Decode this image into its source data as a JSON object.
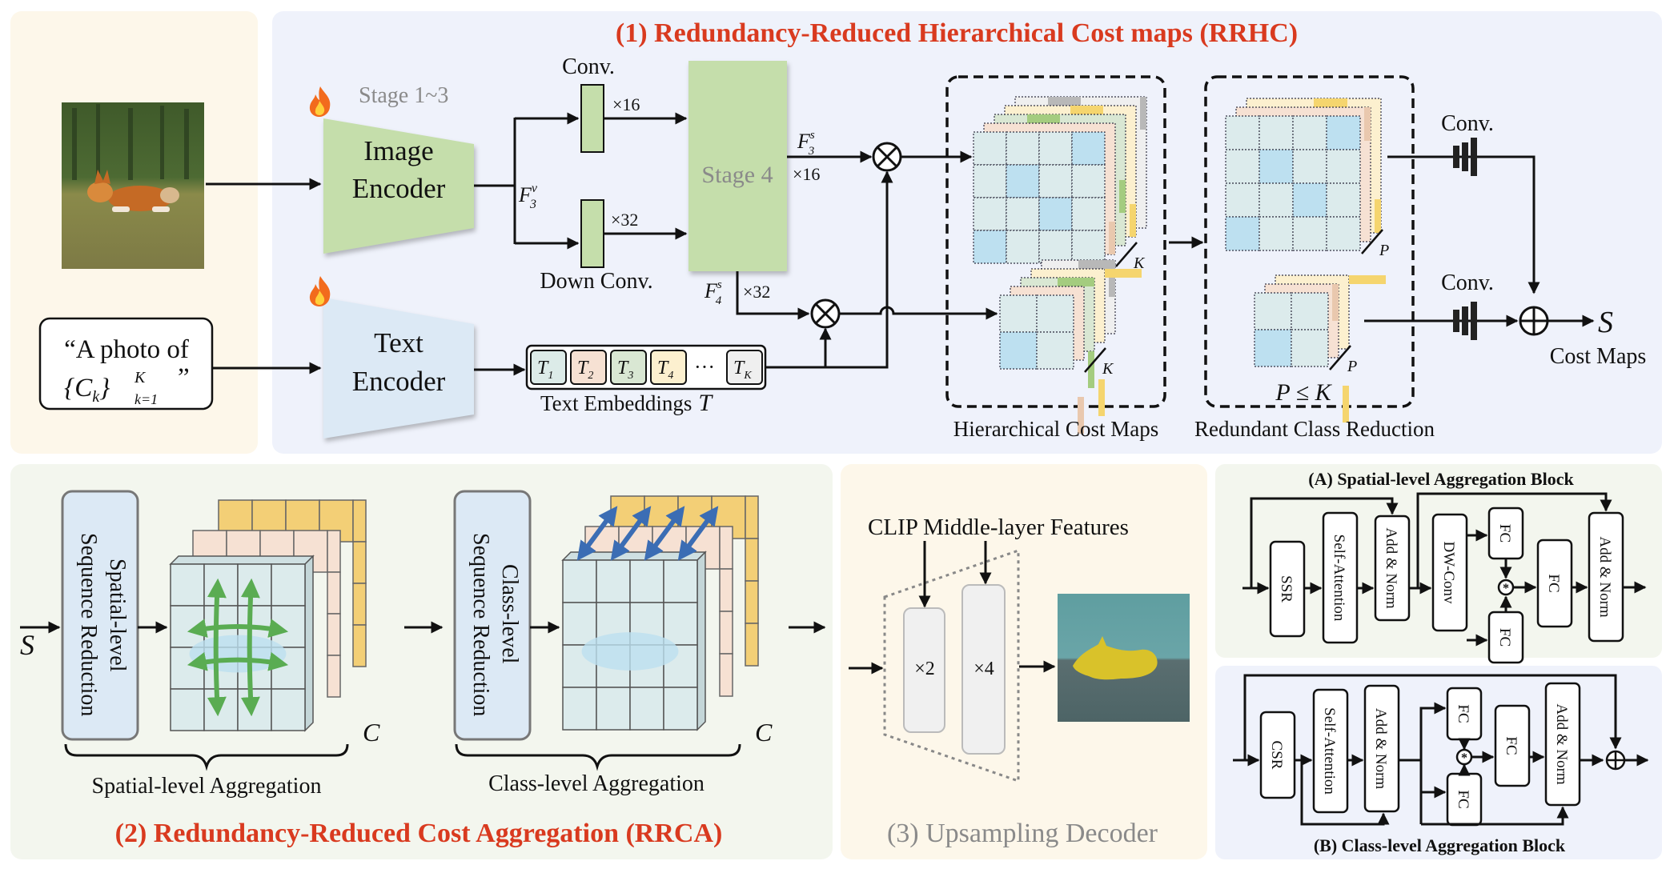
{
  "panels": {
    "rrhc": {
      "title": "(1) Redundancy-Reduced Hierarchical Cost maps (RRHC)",
      "input_prompt": {
        "line1": "“A photo of",
        "line2_math": "{C",
        "line2_sub": "k",
        "line2_sup": "K",
        "line2_lower": "k=1",
        "close_quote": "”"
      },
      "image_encoder": {
        "label_line1": "Image",
        "label_line2": "Encoder",
        "stage_label": "Stage 1~3",
        "trainable_icon": "fire-icon"
      },
      "text_encoder": {
        "label_line1": "Text",
        "label_line2": "Encoder",
        "trainable_icon": "fire-icon"
      },
      "feature_v3": {
        "sym": "F",
        "sup": "v",
        "sub": "3"
      },
      "conv": {
        "label": "Conv.",
        "scale": "×16"
      },
      "down_conv": {
        "label": "Down Conv.",
        "scale": "×32"
      },
      "stage4": {
        "label": "Stage 4"
      },
      "feature_s3": {
        "sym": "F",
        "sup": "s",
        "sub": "3",
        "scale": "×16"
      },
      "feature_s4": {
        "sym": "F",
        "sup": "s",
        "sub": "4",
        "scale": "×32"
      },
      "text_embeddings": {
        "tokens": [
          {
            "sym": "T",
            "sub": "1",
            "color": "#dcebe8"
          },
          {
            "sym": "T",
            "sub": "2",
            "color": "#f6e1d3"
          },
          {
            "sym": "T",
            "sub": "3",
            "color": "#d9e7d3"
          },
          {
            "sym": "T",
            "sub": "4",
            "color": "#fcf0cf"
          },
          {
            "sym": "T",
            "sub": "K",
            "color": "#efefef"
          }
        ],
        "ellipsis": "···",
        "caption": "Text Embeddings",
        "caption_math": "T"
      },
      "hierarchical_cost_maps": {
        "caption": "Hierarchical Cost Maps",
        "depth_label": "K"
      },
      "redundant_class_reduction": {
        "caption": "Redundant Class Reduction",
        "depth_label": "P",
        "constraint": "P ≤ K"
      },
      "conv_top": "Conv.",
      "conv_bottom": "Conv.",
      "output": {
        "symbol": "S",
        "caption": "Cost Maps"
      }
    },
    "rrca": {
      "title": "(2) Redundancy-Reduced Cost Aggregation (RRCA)",
      "input_symbol": "S",
      "spatial_block": {
        "line1": "Spatial-level",
        "line2": "Sequence Reduction"
      },
      "class_block": {
        "line1": "Class-level",
        "line2": "Sequence Reduction"
      },
      "spatial_caption": "Spatial-level Aggregation",
      "class_caption": "Class-level Aggregation",
      "depth_label": "C"
    },
    "decoder": {
      "title": "(3) Upsampling Decoder",
      "features_label": "CLIP Middle-layer Features",
      "up2": "×2",
      "up4": "×4"
    },
    "block_a": {
      "title": "(A) Spatial-level Aggregation Block",
      "nodes": [
        "SSR",
        "Self-Attention",
        "Add & Norm",
        "DW-Conv",
        "FC",
        "FC",
        "FC",
        "Add & Norm"
      ],
      "mult_symbol": "⊛"
    },
    "block_b": {
      "title": "(B) Class-level Aggregation Block",
      "nodes": [
        "CSR",
        "Self-Attention",
        "Add & Norm",
        "FC",
        "FC",
        "FC",
        "Add & Norm"
      ],
      "mult_symbol": "⊛"
    }
  },
  "colors": {
    "title_red": "#d93a1f",
    "beige_panel": "#fdf7ea",
    "blue_panel": "#eff2fb",
    "green_panel": "#f3f6ee",
    "encoder_green": "#c5deab",
    "encoder_blue": "#dce9f5",
    "cell_base": "#dcebec",
    "cell_highlight": "#bde0f0",
    "arrow_green": "#5aac52",
    "arrow_blue": "#3b6db4"
  }
}
